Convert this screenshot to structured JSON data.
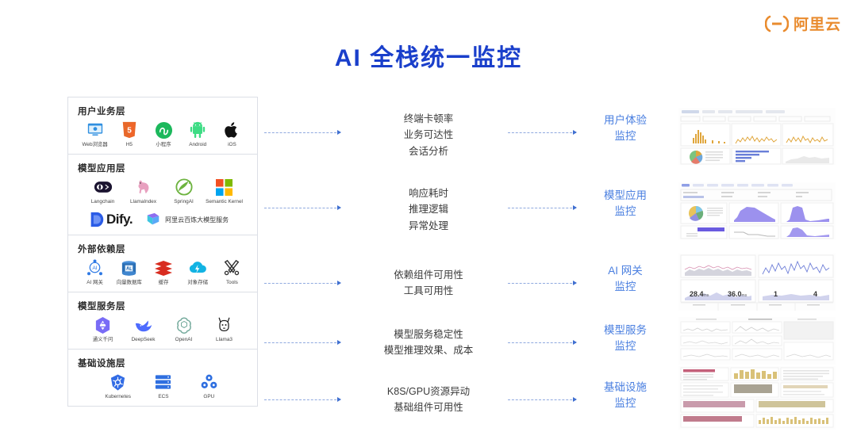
{
  "header": {
    "logo_text": "阿里云",
    "logo_icon": "alibaba-cloud-logo",
    "logo_color": "#E98B2E",
    "title": "AI 全栈统一监控",
    "title_color": "#1A3FCB"
  },
  "stack": {
    "layers": [
      {
        "title": "用户业务层",
        "items": [
          {
            "label": "Web浏览器",
            "icon": "browser-icon"
          },
          {
            "label": "H5",
            "icon": "html5-icon"
          },
          {
            "label": "小程序",
            "icon": "miniprogram-icon"
          },
          {
            "label": "Android",
            "icon": "android-icon"
          },
          {
            "label": "iOS",
            "icon": "apple-icon"
          }
        ]
      },
      {
        "title": "模型应用层",
        "items": [
          {
            "label": "Langchain",
            "icon": "langchain-icon"
          },
          {
            "label": "LlamaIndex",
            "icon": "llamaindex-icon"
          },
          {
            "label": "SpringAI",
            "icon": "spring-icon"
          },
          {
            "label": "Semantic Kernel",
            "icon": "microsoft-icon"
          }
        ],
        "extra": [
          {
            "label": "Dify.",
            "icon": "dify-logo"
          },
          {
            "label": "阿里云百炼大模型服务",
            "icon": "bailian-icon"
          }
        ]
      },
      {
        "title": "外部依赖层",
        "items": [
          {
            "label": "AI 网关",
            "icon": "ai-gateway-icon"
          },
          {
            "label": "向量数据库",
            "icon": "vector-database-icon"
          },
          {
            "label": "缓存",
            "icon": "redis-cache-icon"
          },
          {
            "label": "对象存储",
            "icon": "object-storage-icon"
          },
          {
            "label": "Tools",
            "icon": "tools-icon"
          }
        ]
      },
      {
        "title": "模型服务层",
        "items": [
          {
            "label": "通义千问",
            "icon": "tongyi-qianwen-icon"
          },
          {
            "label": "DeepSeek",
            "icon": "deepseek-whale-icon"
          },
          {
            "label": "OpenAI",
            "icon": "openai-icon"
          },
          {
            "label": "Llama3",
            "icon": "llama-icon"
          }
        ]
      },
      {
        "title": "基础设施层",
        "items": [
          {
            "label": "Kubernetes",
            "icon": "kubernetes-icon"
          },
          {
            "label": "ECS",
            "icon": "ecs-server-icon"
          },
          {
            "label": "GPU",
            "icon": "gpu-icon"
          }
        ]
      }
    ]
  },
  "metrics": [
    {
      "lines": [
        "终端卡顿率",
        "业务可达性",
        "会话分析"
      ]
    },
    {
      "lines": [
        "响应耗时",
        "推理逻辑",
        "异常处理"
      ]
    },
    {
      "lines": [
        "依赖组件可用性",
        "工具可用性"
      ]
    },
    {
      "lines": [
        "模型服务稳定性",
        "模型推理效果、成本"
      ]
    },
    {
      "lines": [
        "K8S/GPU资源异动",
        "基础组件可用性"
      ]
    }
  ],
  "monitors": [
    {
      "lines": [
        "用户体验",
        "监控"
      ]
    },
    {
      "lines": [
        "模型应用",
        "监控"
      ]
    },
    {
      "lines": [
        "AI 网关",
        "监控"
      ]
    },
    {
      "lines": [
        "模型服务",
        "监控"
      ]
    },
    {
      "lines": [
        "基础设施",
        "监控"
      ]
    }
  ],
  "dashboards": {
    "gateway_stats": [
      {
        "value": "28.4",
        "unit": "ms"
      },
      {
        "value": "36.0",
        "unit": "ms"
      },
      {
        "value": "1",
        "unit": ""
      },
      {
        "value": "4",
        "unit": ""
      }
    ]
  },
  "colors": {
    "accent_blue": "#1A3FCB",
    "label_blue": "#4a7fe0",
    "arrow_blue": "#8fa9df",
    "brand_orange": "#E98B2E"
  }
}
